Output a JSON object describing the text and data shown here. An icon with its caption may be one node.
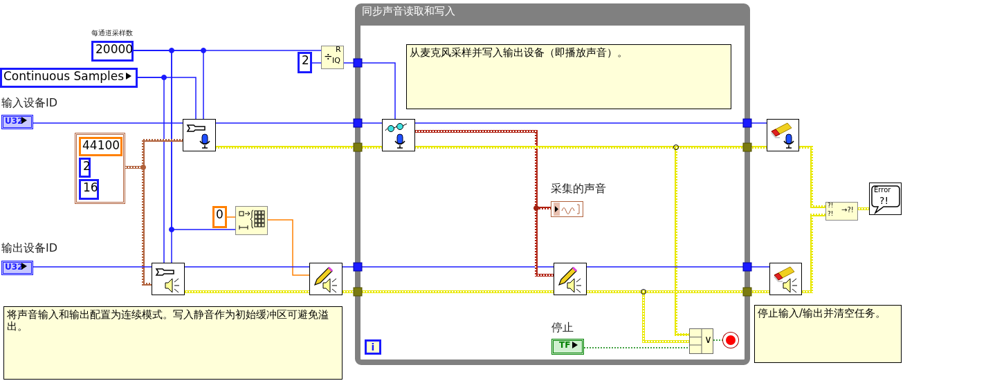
{
  "diagram": {
    "nodes": [
      {
        "text": [
          "20000"
        ],
        "beside": [
          "每通道采样数"
        ]
      },
      {
        "text": [
          "Continuous Samples"
        ]
      },
      {
        "text": [
          "U32"
        ],
        "beside": [
          "输入设备ID"
        ]
      },
      {
        "text": [],
        "shape": "box"
      },
      {
        "text": [
          "44100"
        ],
        "in": 3
      },
      {
        "text": [
          "2"
        ],
        "in": 3
      },
      {
        "text": [
          "16"
        ],
        "in": 3
      },
      {
        "text": [
          "2"
        ]
      },
      {
        "text": [
          "÷",
          "R",
          "IQ"
        ]
      },
      {
        "text": [],
        "shape": "box"
      },
      {
        "text": [
          "U32"
        ],
        "beside": [
          "输出设备ID"
        ]
      },
      {
        "text": [],
        "shape": "box"
      },
      {
        "text": [
          "0"
        ]
      },
      {
        "text": [],
        "shape": "box"
      },
      {
        "text": [],
        "shape": "box"
      },
      {
        "text": [
          "将声音输入和输出配置为连续模式。写入静音作为初始缓冲区可避免溢出。"
        ]
      },
      {
        "text": [
          "同步声音读取和写入"
        ]
      },
      {
        "text": [
          "从麦克风采样并写入输出设备（即播放声音）。"
        ],
        "in": 16
      },
      {
        "text": [],
        "shape": "box",
        "in": 16
      },
      {
        "text": [],
        "shape": "box",
        "in": 16,
        "beside": [
          "采集的声音"
        ]
      },
      {
        "text": [],
        "shape": "box",
        "in": 16
      },
      {
        "text": [
          "TF"
        ],
        "in": 16,
        "beside": [
          "停止"
        ]
      },
      {
        "text": [
          "∨"
        ],
        "in": 16
      },
      {
        "text": [],
        "shape": "circle",
        "in": 16
      },
      {
        "text": [
          "i"
        ],
        "in": 16
      },
      {
        "text": [],
        "shape": "box"
      },
      {
        "text": [],
        "shape": "box"
      },
      {
        "text": [
          "?!",
          "?!",
          "→?!"
        ]
      },
      {
        "text": [
          "Error",
          "?!"
        ]
      },
      {
        "text": [
          "停止输入/输出并清空任务。"
        ]
      }
    ],
    "edges": [
      {
        "from": 0,
        "to": 8,
        "arrow": "none"
      },
      {
        "from": 7,
        "to": 8,
        "arrow": "none"
      },
      {
        "from": 0,
        "to": 9,
        "arrow": "none"
      },
      {
        "from": 0,
        "to": 11,
        "arrow": "none"
      },
      {
        "from": 0,
        "to": 13,
        "arrow": "none"
      },
      {
        "from": 1,
        "to": 9,
        "arrow": "none"
      },
      {
        "from": 1,
        "to": 11,
        "arrow": "none"
      },
      {
        "from": 2,
        "to": 9,
        "arrow": "none"
      },
      {
        "from": 3,
        "to": 9,
        "arrow": "none",
        "style": "thick",
        "color": "#b0603a"
      },
      {
        "from": 3,
        "to": 11,
        "arrow": "none",
        "style": "thick",
        "color": "#b0603a"
      },
      {
        "from": 10,
        "to": 11,
        "arrow": "none"
      },
      {
        "from": 12,
        "to": 13,
        "arrow": "none",
        "color": "#ff8000"
      },
      {
        "from": 13,
        "to": 14,
        "arrow": "none",
        "color": "#ff8000"
      },
      {
        "from": 11,
        "to": 14,
        "arrow": "none"
      },
      {
        "from": 11,
        "to": 14,
        "arrow": "none",
        "style": "thick",
        "color": "#e8e800"
      },
      {
        "from": 9,
        "to": 18,
        "arrow": "none"
      },
      {
        "from": 9,
        "to": 18,
        "arrow": "none",
        "style": "thick",
        "color": "#e8e800"
      },
      {
        "from": 8,
        "to": 18,
        "arrow": "none"
      },
      {
        "from": 14,
        "to": 20,
        "arrow": "none"
      },
      {
        "from": 14,
        "to": 20,
        "arrow": "none",
        "style": "thick",
        "color": "#e8e800"
      },
      {
        "from": 18,
        "to": 19,
        "arrow": "none",
        "style": "thick",
        "color": "#b02010"
      },
      {
        "from": 18,
        "to": 20,
        "arrow": "none",
        "style": "thick",
        "color": "#b02010"
      },
      {
        "from": 18,
        "to": 25,
        "arrow": "none"
      },
      {
        "from": 18,
        "to": 25,
        "arrow": "none",
        "style": "thick",
        "color": "#e8e800"
      },
      {
        "from": 18,
        "to": 22,
        "arrow": "none",
        "style": "thick",
        "color": "#e8e800"
      },
      {
        "from": 20,
        "to": 26,
        "arrow": "none"
      },
      {
        "from": 20,
        "to": 26,
        "arrow": "none",
        "style": "thick",
        "color": "#e8e800"
      },
      {
        "from": 20,
        "to": 22,
        "arrow": "none",
        "style": "thick",
        "color": "#e8e800"
      },
      {
        "from": 21,
        "to": 22,
        "arrow": "none",
        "style": "dashed",
        "color": "#008000"
      },
      {
        "from": 22,
        "to": 23,
        "arrow": "none",
        "style": "dashed",
        "color": "#008000"
      },
      {
        "from": 25,
        "to": 27,
        "arrow": "none",
        "style": "thick",
        "color": "#e8e800"
      },
      {
        "from": 26,
        "to": 27,
        "arrow": "none",
        "style": "thick",
        "color": "#e8e800"
      },
      {
        "from": 27,
        "to": 28,
        "arrow": "none",
        "style": "thick",
        "color": "#e8e800"
      }
    ]
  }
}
